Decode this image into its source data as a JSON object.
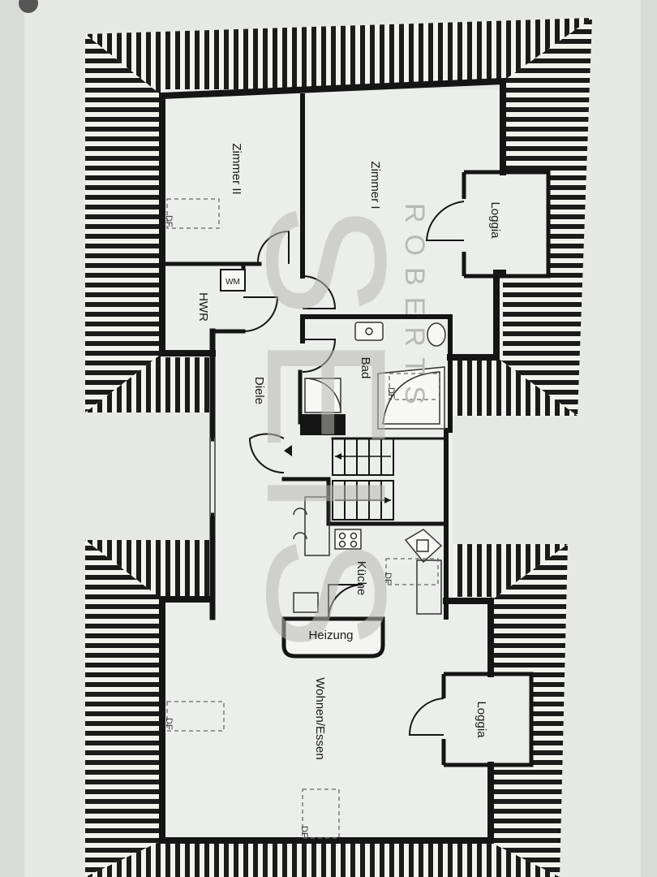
{
  "plan": {
    "rooms": {
      "zimmer_2": "Zimmer II",
      "zimmer_1": "Zimmer I",
      "loggia_top": "Loggia",
      "hwr": "HWR",
      "wm": "WM",
      "bad": "Bad",
      "diele": "Diele",
      "kueche": "Küche",
      "heizung": "Heizung",
      "wohnen_essen": "Wohnen/Essen",
      "loggia_bottom": "Loggia"
    },
    "skylight_label": "DF",
    "watermark": {
      "vertical": "ROBERTS",
      "large": "SEIS"
    }
  },
  "colors": {
    "wall": "#151515",
    "floor": "#eceeec",
    "roof_hatch": "#1b1b1b",
    "background": "#d9dbd8"
  }
}
